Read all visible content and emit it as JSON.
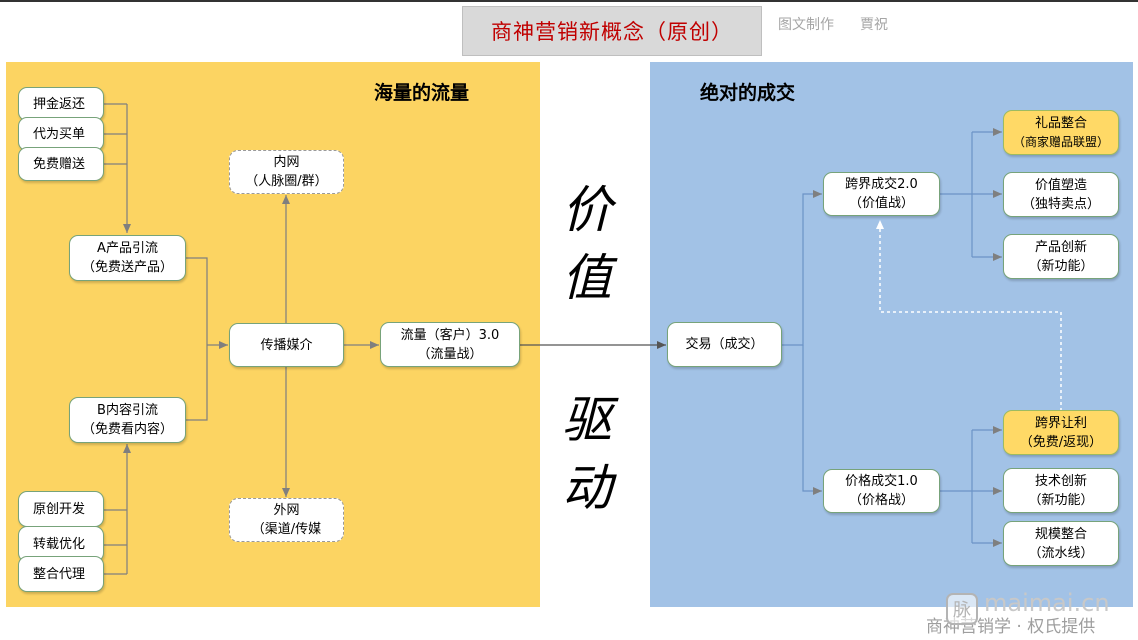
{
  "header": {
    "title": "商神营销新概念（原创）",
    "credit_left": "图文制作",
    "credit_right": "賈祝"
  },
  "left_panel": {
    "title": "海量的流量",
    "top_items": [
      "押金返还",
      "代为买单",
      "免费赠送"
    ],
    "bottom_items": [
      "原创开发",
      "转载优化",
      "整合代理"
    ],
    "a_product": {
      "line1": "A产品引流",
      "line2": "（免费送产品）"
    },
    "b_content": {
      "line1": "B内容引流",
      "line2": "（免费看内容）"
    },
    "inner_net": {
      "line1": "内网",
      "line2": "（人脉圈/群）"
    },
    "outer_net": {
      "line1": "外网",
      "line2": "（渠道/传媒"
    },
    "media": "传播媒介",
    "traffic": {
      "line1": "流量（客户）3.0",
      "line2": "（流量战）"
    }
  },
  "middle": {
    "chars_top": [
      "价",
      "值"
    ],
    "chars_bottom": [
      "驱",
      "动"
    ]
  },
  "right_panel": {
    "title": "绝对的成交",
    "deal": "交易（成交）",
    "cross_border": {
      "line1": "跨界成交2.0",
      "line2": "（价值战）"
    },
    "price_deal": {
      "line1": "价格成交1.0",
      "line2": "（价格战）"
    },
    "value_items": [
      {
        "line1": "礼品整合",
        "line2": "（商家赠品联盟）"
      },
      {
        "line1": "价值塑造",
        "line2": "（独特卖点）"
      },
      {
        "line1": "产品创新",
        "line2": "（新功能）"
      }
    ],
    "price_items": [
      {
        "line1": "跨界让利",
        "line2": "（免费/返现）"
      },
      {
        "line1": "技术创新",
        "line2": "（新功能）"
      },
      {
        "line1": "规模整合",
        "line2": "（流水线）"
      }
    ]
  },
  "watermark": {
    "logo_char": "脉",
    "site": "maimai.cn",
    "sub": "商神营销学 · 权氏提供"
  },
  "colors": {
    "left_panel": "#fcd462",
    "right_panel": "#a2c2e6",
    "title_text": "#c00000",
    "highlight_node": "#ffd966",
    "node_border": "#77a37a"
  }
}
